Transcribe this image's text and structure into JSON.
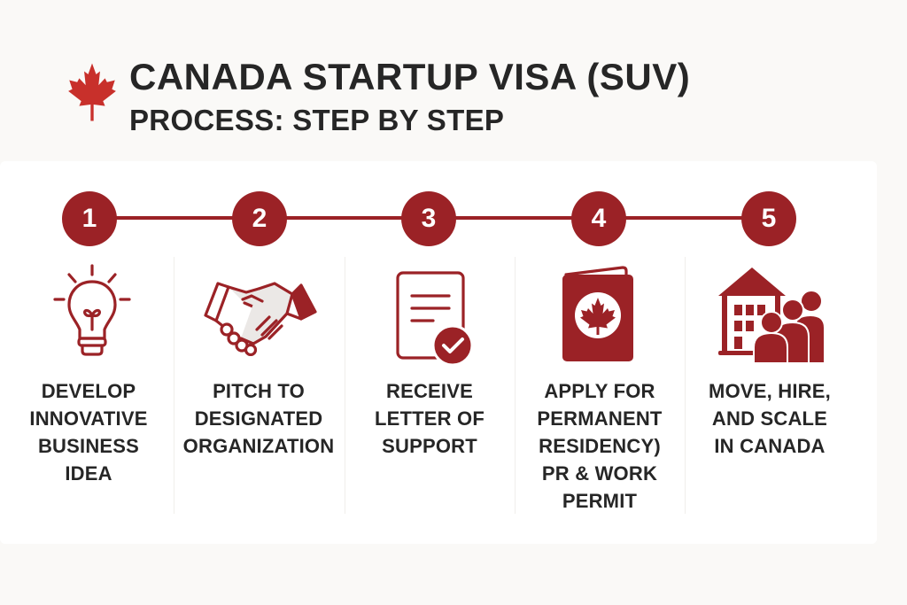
{
  "header": {
    "title_line1": "CANADA STARTUP VISA (SUV)",
    "title_line2": "PROCESS: STEP BY STEP",
    "logo_icon": "maple-leaf-icon"
  },
  "colors": {
    "accent": "#9b2226",
    "leaf": "#c8302b",
    "text": "#262626",
    "page_background": "#faf9f7",
    "panel_background": "#ffffff"
  },
  "steps": [
    {
      "number": "1",
      "icon": "lightbulb-icon",
      "lines": [
        "DEVELOP",
        "INNOVATIVE",
        "BUSINESS",
        "IDEA"
      ]
    },
    {
      "number": "2",
      "icon": "handshake-icon",
      "lines": [
        "PITCH TO",
        "DESIGNATED",
        "ORGANIZATION"
      ]
    },
    {
      "number": "3",
      "icon": "document-check-icon",
      "lines": [
        "RECEIVE",
        "LETTER OF",
        "SUPPORT"
      ]
    },
    {
      "number": "4",
      "icon": "passport-icon",
      "lines": [
        "APPLY FOR",
        "PERMANENT",
        "RESIDENCY)",
        "PR & WORK",
        "PERMIT"
      ]
    },
    {
      "number": "5",
      "icon": "building-people-icon",
      "lines": [
        "MOVE, HIRE,",
        "AND SCALE",
        "IN CANADA"
      ]
    }
  ]
}
